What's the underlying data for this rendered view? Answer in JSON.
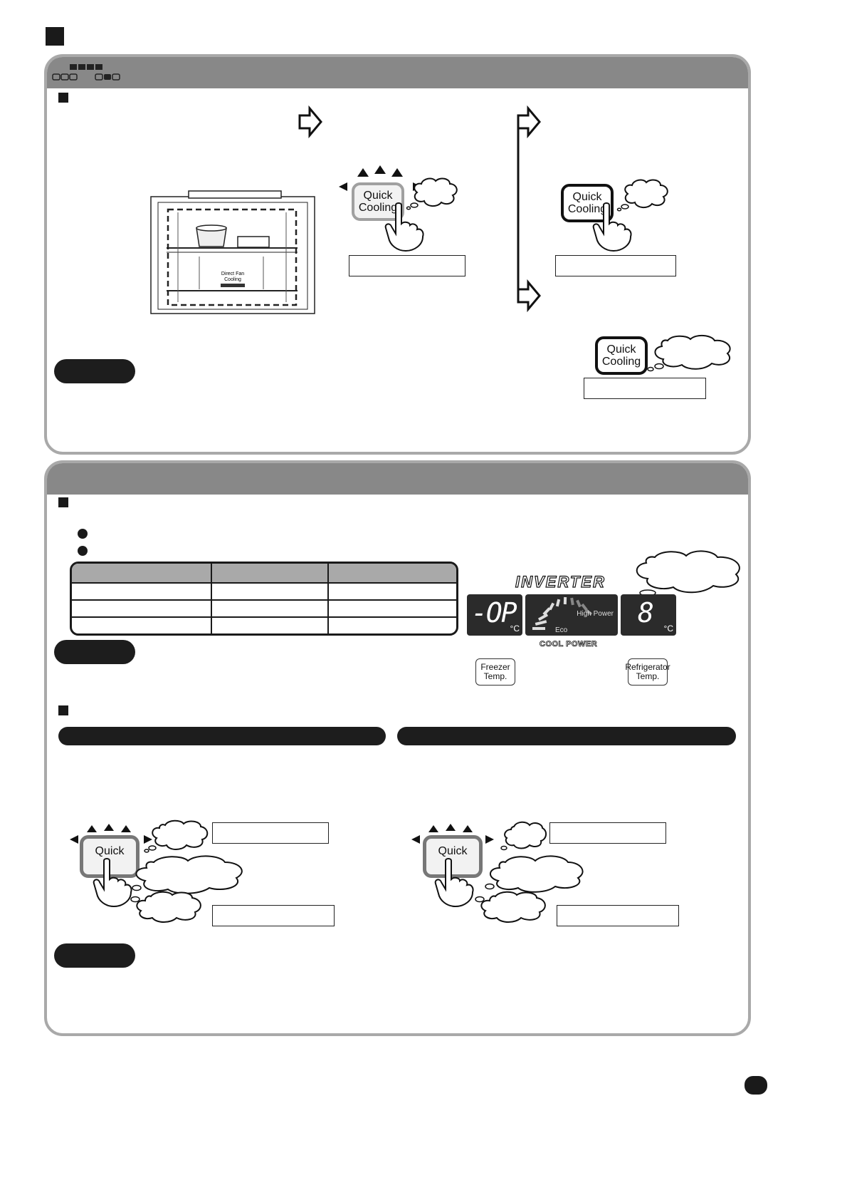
{
  "panel1": {
    "button_top_line": "Quick",
    "button_bottom_line": "Cooling"
  },
  "illustration": {
    "freezer_label_line1": "Direct Fan",
    "freezer_label_line2": "Cooling"
  },
  "control_panel": {
    "brand": "INVERTER",
    "freezer_digits": "-OP",
    "fridge_digits": "8",
    "unit": "°C",
    "eco_label": "Eco",
    "high_power_label": "High Power",
    "cool_power_label": "COOL POWER",
    "freezer_button": {
      "line1": "Freezer",
      "line2": "Temp."
    },
    "fridge_button": {
      "line1": "Refrigerator",
      "line2": "Temp."
    }
  },
  "panel2": {
    "quick_button_label": "Quick"
  },
  "colors": {
    "panel_border": "#a9a9a9",
    "panel_header": "#888888",
    "dark": "#1a1a1a",
    "display_bg": "#2b2b2b"
  }
}
